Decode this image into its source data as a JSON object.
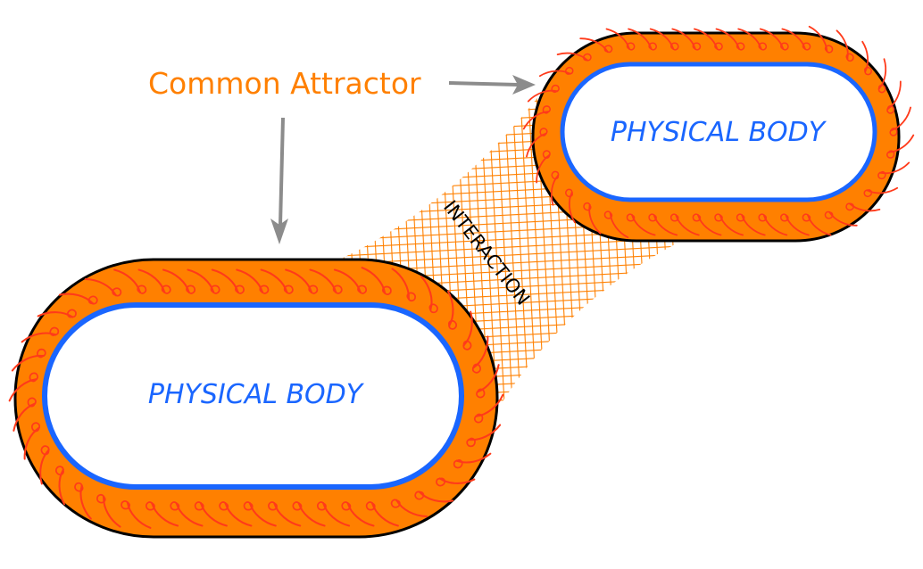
{
  "diagram": {
    "attractor_label": "Common Attractor",
    "interaction_label": "INTERACTION",
    "bodies": [
      {
        "id": "large-body",
        "label": "PHYSICAL BODY"
      },
      {
        "id": "small-body",
        "label": "PHYSICAL BODY"
      }
    ],
    "arrows": [
      {
        "id": "arrow-to-small-body",
        "direction": "right",
        "target": "small-body"
      },
      {
        "id": "arrow-to-large-body",
        "direction": "down",
        "target": "large-body"
      }
    ],
    "colors": {
      "field_fill": "#ff8000",
      "swirl": "#ff3a1a",
      "body_outline": "#1a66ff",
      "outer_outline": "#000000",
      "label_attractor": "#ff8000",
      "label_body": "#1a66ff",
      "arrow": "#8c8c8c",
      "mesh": "#ff8000"
    }
  }
}
